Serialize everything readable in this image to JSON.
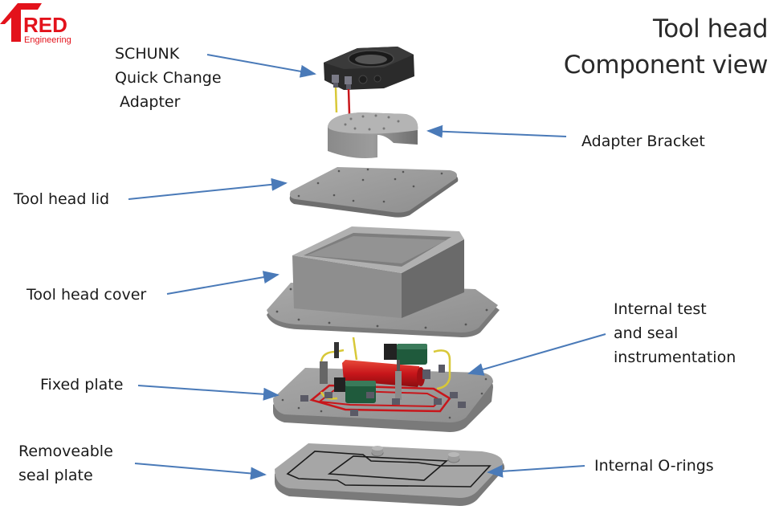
{
  "logo": {
    "brand": "RED",
    "sub": "Engineering",
    "color": "#e3121b"
  },
  "title": {
    "line1": "Tool head",
    "line2": "Component view"
  },
  "labels": {
    "schunk": [
      "SCHUNK",
      "Quick Change",
      " Adapter"
    ],
    "adapter_bracket": "Adapter Bracket",
    "tool_head_lid": "Tool head lid",
    "tool_head_cover": "Tool head cover",
    "internal_test": [
      "Internal test",
      "and seal",
      "instrumentation"
    ],
    "fixed_plate": "Fixed plate",
    "removeable_seal_plate": [
      "Removeable",
      "seal plate"
    ],
    "internal_o_rings": "Internal O-rings"
  },
  "colors": {
    "arrow": "#4a7ab8",
    "part_gray": "#9a9a9a",
    "adapter_black": "#262626",
    "pipe_red": "#c8161b",
    "pipe_yellow": "#d8c838",
    "valve_green": "#1f5a3c"
  }
}
